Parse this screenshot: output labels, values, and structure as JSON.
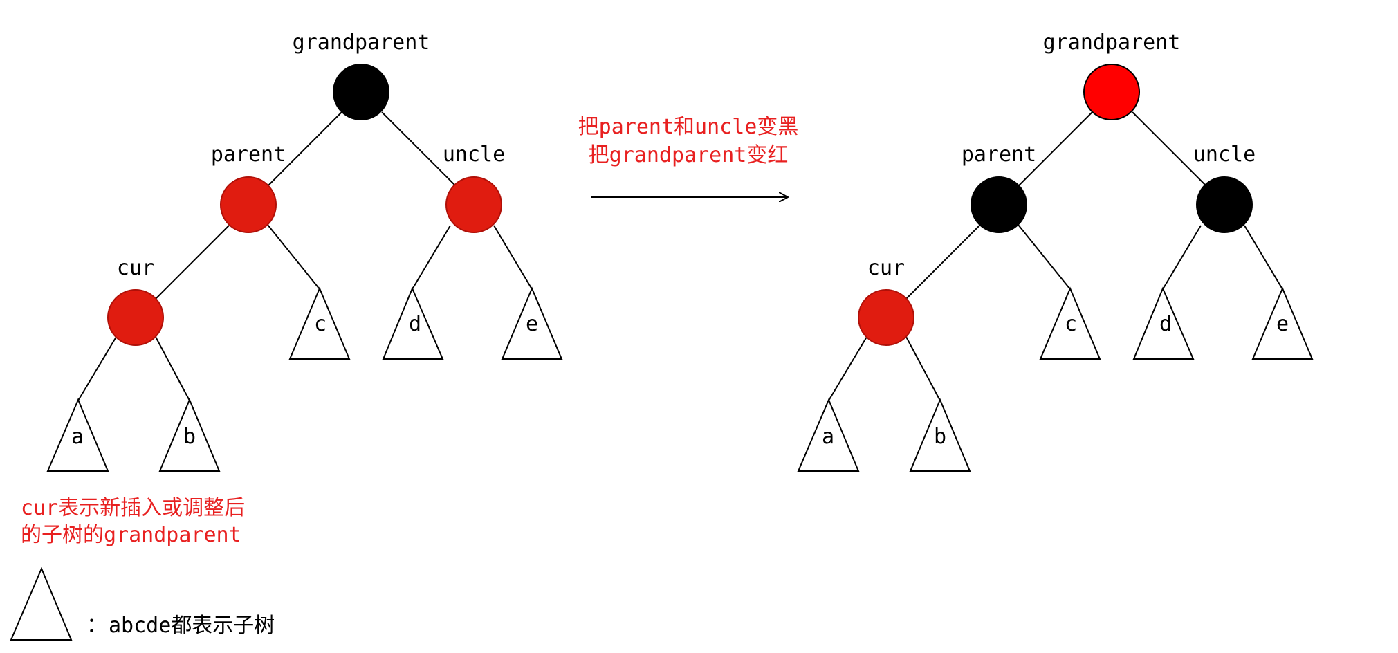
{
  "colors": {
    "red_node": "#e01c10",
    "bright_red_node": "#ff0000",
    "black_node": "#000000",
    "annotation_red": "#e82020",
    "line": "#000000"
  },
  "left_tree": {
    "grandparent_label": "grandparent",
    "parent_label": "parent",
    "uncle_label": "uncle",
    "cur_label": "cur",
    "subtrees": {
      "a": "a",
      "b": "b",
      "c": "c",
      "d": "d",
      "e": "e"
    },
    "node_colors": {
      "grandparent": "black",
      "parent": "red",
      "uncle": "red",
      "cur": "red"
    }
  },
  "right_tree": {
    "grandparent_label": "grandparent",
    "parent_label": "parent",
    "uncle_label": "uncle",
    "cur_label": "cur",
    "subtrees": {
      "a": "a",
      "b": "b",
      "c": "c",
      "d": "d",
      "e": "e"
    },
    "node_colors": {
      "grandparent": "red",
      "parent": "black",
      "uncle": "black",
      "cur": "red"
    }
  },
  "transform": {
    "step_1": [
      {
        "text": "把",
        "kind": "cjk"
      },
      {
        "text": "parent",
        "kind": "code"
      },
      {
        "text": "和",
        "kind": "cjk"
      },
      {
        "text": "uncle",
        "kind": "code"
      },
      {
        "text": "变黑",
        "kind": "cjk"
      }
    ],
    "step_2": [
      {
        "text": "把",
        "kind": "cjk"
      },
      {
        "text": "grandparent",
        "kind": "code"
      },
      {
        "text": "变红",
        "kind": "cjk"
      }
    ]
  },
  "note": {
    "line_1": [
      {
        "text": "cur",
        "kind": "code"
      },
      {
        "text": "表示新插入或调整后",
        "kind": "cjk"
      }
    ],
    "line_2": [
      {
        "text": "的子树的",
        "kind": "cjk"
      },
      {
        "text": "grandparent",
        "kind": "code"
      }
    ]
  },
  "legend": {
    "colon": "：",
    "letters": "abcde",
    "text": "都表示子树"
  }
}
